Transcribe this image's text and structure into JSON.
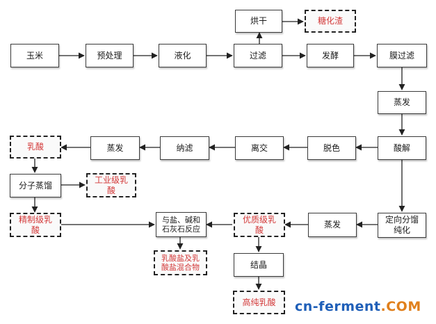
{
  "nodes": {
    "corn": "玉米",
    "pretreat": "预处理",
    "liquefy": "液化",
    "filter": "过滤",
    "dry": "烘干",
    "sugar_residue": "糖化渣",
    "ferment": "发酵",
    "membrane": "膜过滤",
    "evap1": "蒸发",
    "acidolysis": "酸解",
    "decolor": "脱色",
    "ion_exchange": "离交",
    "nanofilt": "纳滤",
    "evap2": "蒸发",
    "lactic_acid": "乳酸",
    "molecular_distill": "分子蒸馏",
    "industrial_grade": "工业级乳\n酸",
    "refined_grade": "精制级乳\n酸",
    "react": "与盐、碱和\n石灰石反应",
    "lactate_mix": "乳酸盐及乳\n酸盐混合物",
    "premium_grade": "优质级乳\n酸",
    "evap3": "蒸发",
    "directional": "定向分馏\n纯化",
    "crystal": "结晶",
    "high_purity": "高纯乳酸"
  },
  "watermark": {
    "part1": "cn-ferment",
    "part2": ".COM"
  }
}
